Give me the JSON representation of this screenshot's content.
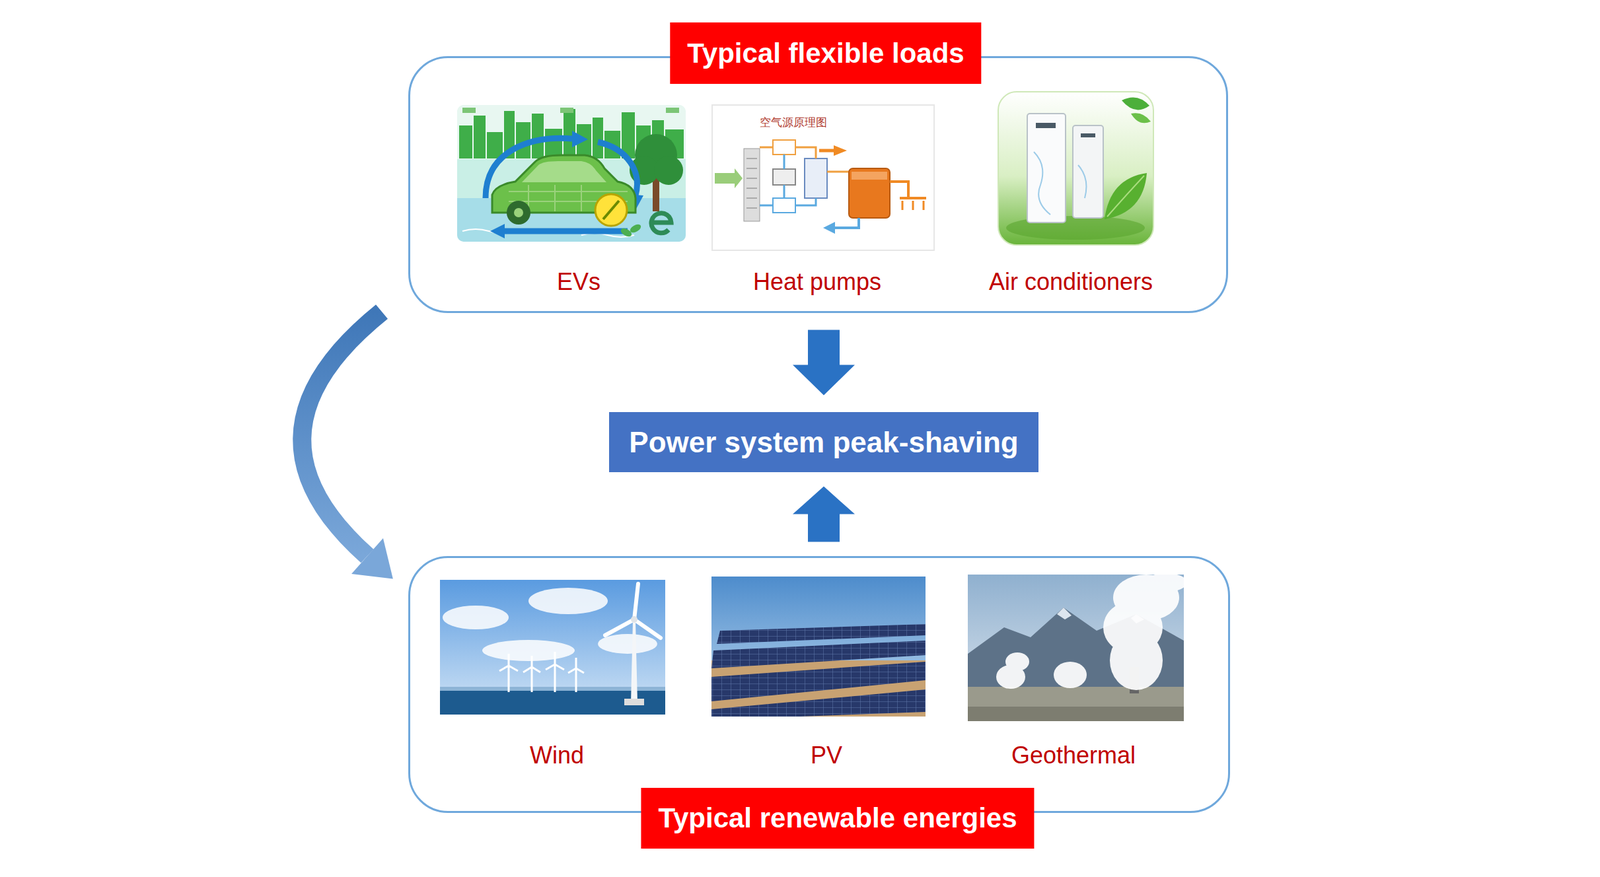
{
  "diagram": {
    "nodes": [
      {
        "text": [
          "Typical flexible loads"
        ]
      },
      {
        "text": [
          "EVs"
        ],
        "in": 0
      },
      {
        "text": [
          "Heat pumps"
        ],
        "in": 0
      },
      {
        "text": [
          "Air conditioners"
        ],
        "in": 0
      },
      {
        "text": [
          "Power system peak-shaving"
        ]
      },
      {
        "text": [
          "Typical renewable energies"
        ]
      },
      {
        "text": [
          "Wind"
        ],
        "in": 5
      },
      {
        "text": [
          "PV"
        ],
        "in": 5
      },
      {
        "text": [
          "Geothermal"
        ],
        "in": 5
      }
    ],
    "edges": [
      {
        "from": 0,
        "to": 4,
        "arrow": "to"
      },
      {
        "from": 5,
        "to": 4,
        "arrow": "to"
      },
      {
        "from": 0,
        "to": 5,
        "arrow": "to"
      }
    ],
    "labels": [
      "空气源原理图"
    ]
  }
}
